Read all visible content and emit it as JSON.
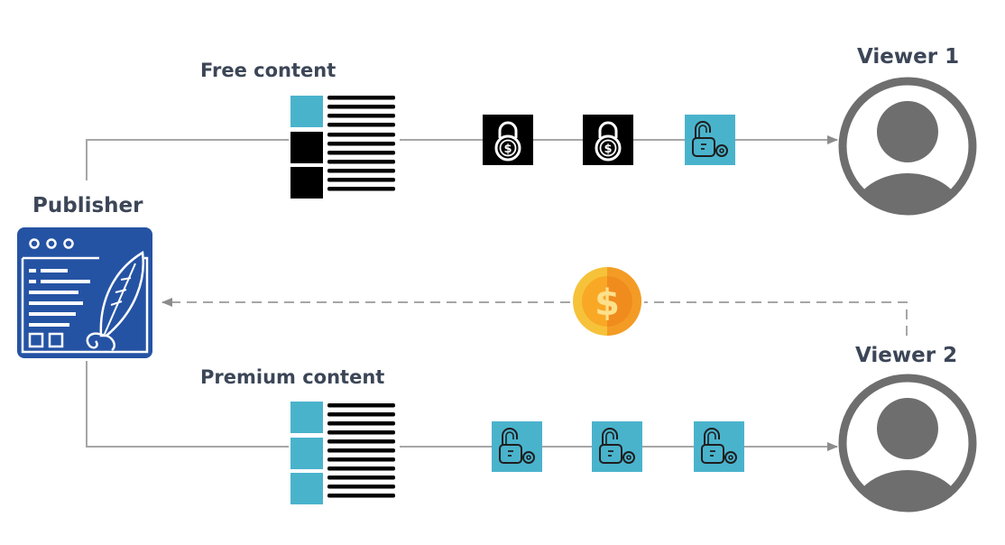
{
  "labels": {
    "free_content": "Free content",
    "premium_content": "Premium content",
    "publisher": "Publisher",
    "viewer1": "Viewer 1",
    "viewer2": "Viewer 2"
  },
  "colors": {
    "teal": "#4ab3cc",
    "black": "#000000",
    "line": "#a6a6a6",
    "publisher_blue": "#2553a4",
    "avatar_gray": "#6e6e6e",
    "coin_gold": "#f6c23a",
    "coin_orange": "#f49b25",
    "text": "#3c4657"
  },
  "icons": {
    "locked": "padlock-dollar-icon",
    "unlocked": "unlocked-padlock-key-icon",
    "publisher": "publisher-quill-window-icon",
    "user": "user-avatar-icon",
    "coin": "dollar-coin-icon"
  }
}
